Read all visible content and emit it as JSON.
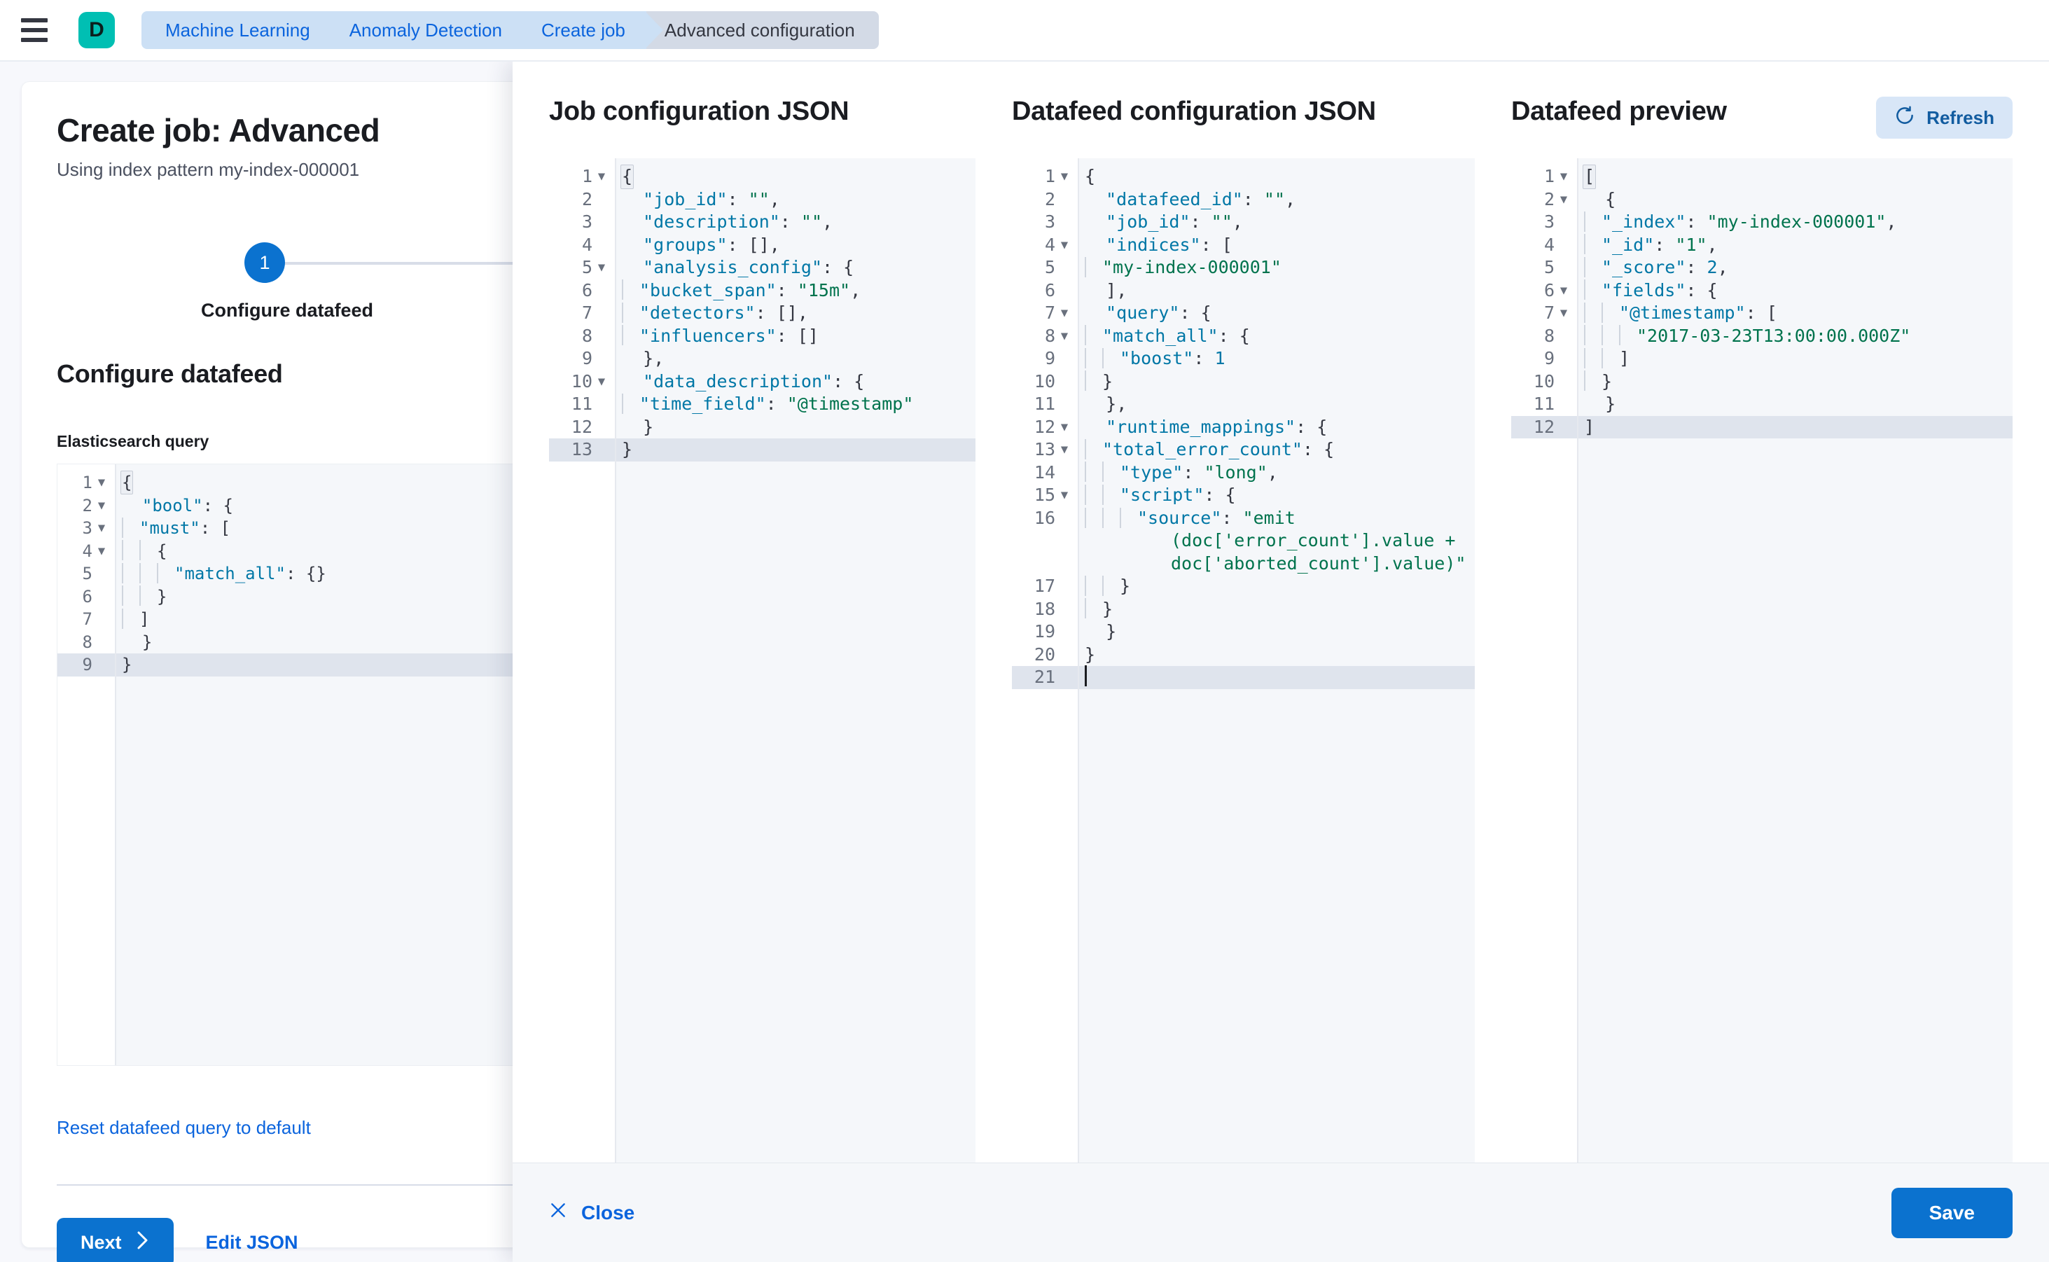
{
  "chrome": {
    "menu_icon": "hamburger-icon",
    "logo_letter": "D",
    "breadcrumbs": [
      {
        "label": "Machine Learning",
        "current": false
      },
      {
        "label": "Anomaly Detection",
        "current": false
      },
      {
        "label": "Create job",
        "current": false
      },
      {
        "label": "Advanced configuration",
        "current": true
      }
    ]
  },
  "wizard": {
    "title": "Create job: Advanced",
    "subtitle": "Using index pattern my-index-000001",
    "step_number": "1",
    "step_label": "Configure datafeed",
    "section_title": "Configure datafeed",
    "query_label": "Elasticsearch query",
    "reset_link": "Reset datafeed query to default",
    "next_label": "Next",
    "next_icon": "chevron-right-icon",
    "edit_json_label": "Edit JSON",
    "query_editor": {
      "line_count": 9,
      "active_line": 9,
      "lines": [
        {
          "n": "1",
          "fold": true,
          "indent": 0,
          "text": "{"
        },
        {
          "n": "2",
          "fold": true,
          "indent": 0,
          "text": "  \"bool\": {"
        },
        {
          "n": "3",
          "fold": true,
          "indent": 1,
          "text": "\"must\": ["
        },
        {
          "n": "4",
          "fold": true,
          "indent": 2,
          "text": "{"
        },
        {
          "n": "5",
          "fold": false,
          "indent": 3,
          "text": "\"match_all\": {}"
        },
        {
          "n": "6",
          "fold": false,
          "indent": 2,
          "text": "}"
        },
        {
          "n": "7",
          "fold": false,
          "indent": 1,
          "text": "]"
        },
        {
          "n": "8",
          "fold": false,
          "indent": 0,
          "text": "  }"
        },
        {
          "n": "9",
          "fold": false,
          "indent": 0,
          "text": "}"
        }
      ]
    }
  },
  "panels": {
    "job": {
      "title": "Job configuration JSON",
      "active_line": 13,
      "lines": [
        {
          "n": "1",
          "fold": true,
          "indent": 0,
          "text": "{"
        },
        {
          "n": "2",
          "fold": false,
          "indent": 0,
          "text": "  \"job_id\": \"\","
        },
        {
          "n": "3",
          "fold": false,
          "indent": 0,
          "text": "  \"description\": \"\","
        },
        {
          "n": "4",
          "fold": false,
          "indent": 0,
          "text": "  \"groups\": [],"
        },
        {
          "n": "5",
          "fold": true,
          "indent": 0,
          "text": "  \"analysis_config\": {"
        },
        {
          "n": "6",
          "fold": false,
          "indent": 1,
          "text": "\"bucket_span\": \"15m\","
        },
        {
          "n": "7",
          "fold": false,
          "indent": 1,
          "text": "\"detectors\": [],"
        },
        {
          "n": "8",
          "fold": false,
          "indent": 1,
          "text": "\"influencers\": []"
        },
        {
          "n": "9",
          "fold": false,
          "indent": 0,
          "text": "  },"
        },
        {
          "n": "10",
          "fold": true,
          "indent": 0,
          "text": "  \"data_description\": {"
        },
        {
          "n": "11",
          "fold": false,
          "indent": 1,
          "text": "\"time_field\": \"@timestamp\""
        },
        {
          "n": "12",
          "fold": false,
          "indent": 0,
          "text": "  }"
        },
        {
          "n": "13",
          "fold": false,
          "indent": 0,
          "text": "}"
        }
      ]
    },
    "datafeed": {
      "title": "Datafeed configuration JSON",
      "active_line": 21,
      "lines": [
        {
          "n": "1",
          "fold": true,
          "indent": 0,
          "text": "{"
        },
        {
          "n": "2",
          "fold": false,
          "indent": 0,
          "text": "  \"datafeed_id\": \"\","
        },
        {
          "n": "3",
          "fold": false,
          "indent": 0,
          "text": "  \"job_id\": \"\","
        },
        {
          "n": "4",
          "fold": true,
          "indent": 0,
          "text": "  \"indices\": ["
        },
        {
          "n": "5",
          "fold": false,
          "indent": 1,
          "text": "\"my-index-000001\""
        },
        {
          "n": "6",
          "fold": false,
          "indent": 0,
          "text": "  ],"
        },
        {
          "n": "7",
          "fold": true,
          "indent": 0,
          "text": "  \"query\": {"
        },
        {
          "n": "8",
          "fold": true,
          "indent": 1,
          "text": "\"match_all\": {"
        },
        {
          "n": "9",
          "fold": false,
          "indent": 2,
          "text": "\"boost\": 1"
        },
        {
          "n": "10",
          "fold": false,
          "indent": 1,
          "text": "}"
        },
        {
          "n": "11",
          "fold": false,
          "indent": 0,
          "text": "  },"
        },
        {
          "n": "12",
          "fold": true,
          "indent": 0,
          "text": "  \"runtime_mappings\": {"
        },
        {
          "n": "13",
          "fold": true,
          "indent": 1,
          "text": "\"total_error_count\": {"
        },
        {
          "n": "14",
          "fold": false,
          "indent": 2,
          "text": "\"type\": \"long\","
        },
        {
          "n": "15",
          "fold": true,
          "indent": 2,
          "text": "\"script\": {"
        },
        {
          "n": "16",
          "fold": false,
          "indent": 3,
          "text": "\"source\": \"emit(doc['error_count'].value + doc['aborted_count'].value)\""
        },
        {
          "n": "17",
          "fold": false,
          "indent": 2,
          "text": "}"
        },
        {
          "n": "18",
          "fold": false,
          "indent": 1,
          "text": "}"
        },
        {
          "n": "19",
          "fold": false,
          "indent": 0,
          "text": "  }"
        },
        {
          "n": "20",
          "fold": false,
          "indent": 0,
          "text": "}"
        },
        {
          "n": "21",
          "fold": false,
          "indent": 0,
          "text": ""
        }
      ],
      "wrapped_source": {
        "line1": "\"source\": \"emit",
        "line2": "(doc['error_count'].value +",
        "line3": "doc['aborted_count'].value)\""
      }
    },
    "preview": {
      "title": "Datafeed preview",
      "refresh_label": "Refresh",
      "refresh_icon": "refresh-icon",
      "active_line": 12,
      "lines": [
        {
          "n": "1",
          "fold": true,
          "indent": 0,
          "text": "["
        },
        {
          "n": "2",
          "fold": true,
          "indent": 0,
          "text": "  {"
        },
        {
          "n": "3",
          "fold": false,
          "indent": 1,
          "text": "\"_index\": \"my-index-000001\","
        },
        {
          "n": "4",
          "fold": false,
          "indent": 1,
          "text": "\"_id\": \"1\","
        },
        {
          "n": "5",
          "fold": false,
          "indent": 1,
          "text": "\"_score\": 2,"
        },
        {
          "n": "6",
          "fold": true,
          "indent": 1,
          "text": "\"fields\": {"
        },
        {
          "n": "7",
          "fold": true,
          "indent": 2,
          "text": "\"@timestamp\": ["
        },
        {
          "n": "8",
          "fold": false,
          "indent": 3,
          "text": "\"2017-03-23T13:00:00.000Z\""
        },
        {
          "n": "9",
          "fold": false,
          "indent": 2,
          "text": "]"
        },
        {
          "n": "10",
          "fold": false,
          "indent": 1,
          "text": "}"
        },
        {
          "n": "11",
          "fold": false,
          "indent": 0,
          "text": "  }"
        },
        {
          "n": "12",
          "fold": false,
          "indent": 0,
          "text": "]"
        }
      ]
    }
  },
  "footer": {
    "close_label": "Close",
    "close_icon": "close-icon",
    "save_label": "Save"
  },
  "colors": {
    "accent_blue": "#0b72cf",
    "link_blue": "#0b64dd",
    "brand_teal": "#00bfb3",
    "string_green": "#00734d",
    "key_blue": "#0077a6",
    "breadcrumb_bg": "#cce0f5",
    "breadcrumb_current_bg": "#d3dae6",
    "editor_bg": "#f5f7fa",
    "active_line_bg": "#dfe4ed"
  }
}
